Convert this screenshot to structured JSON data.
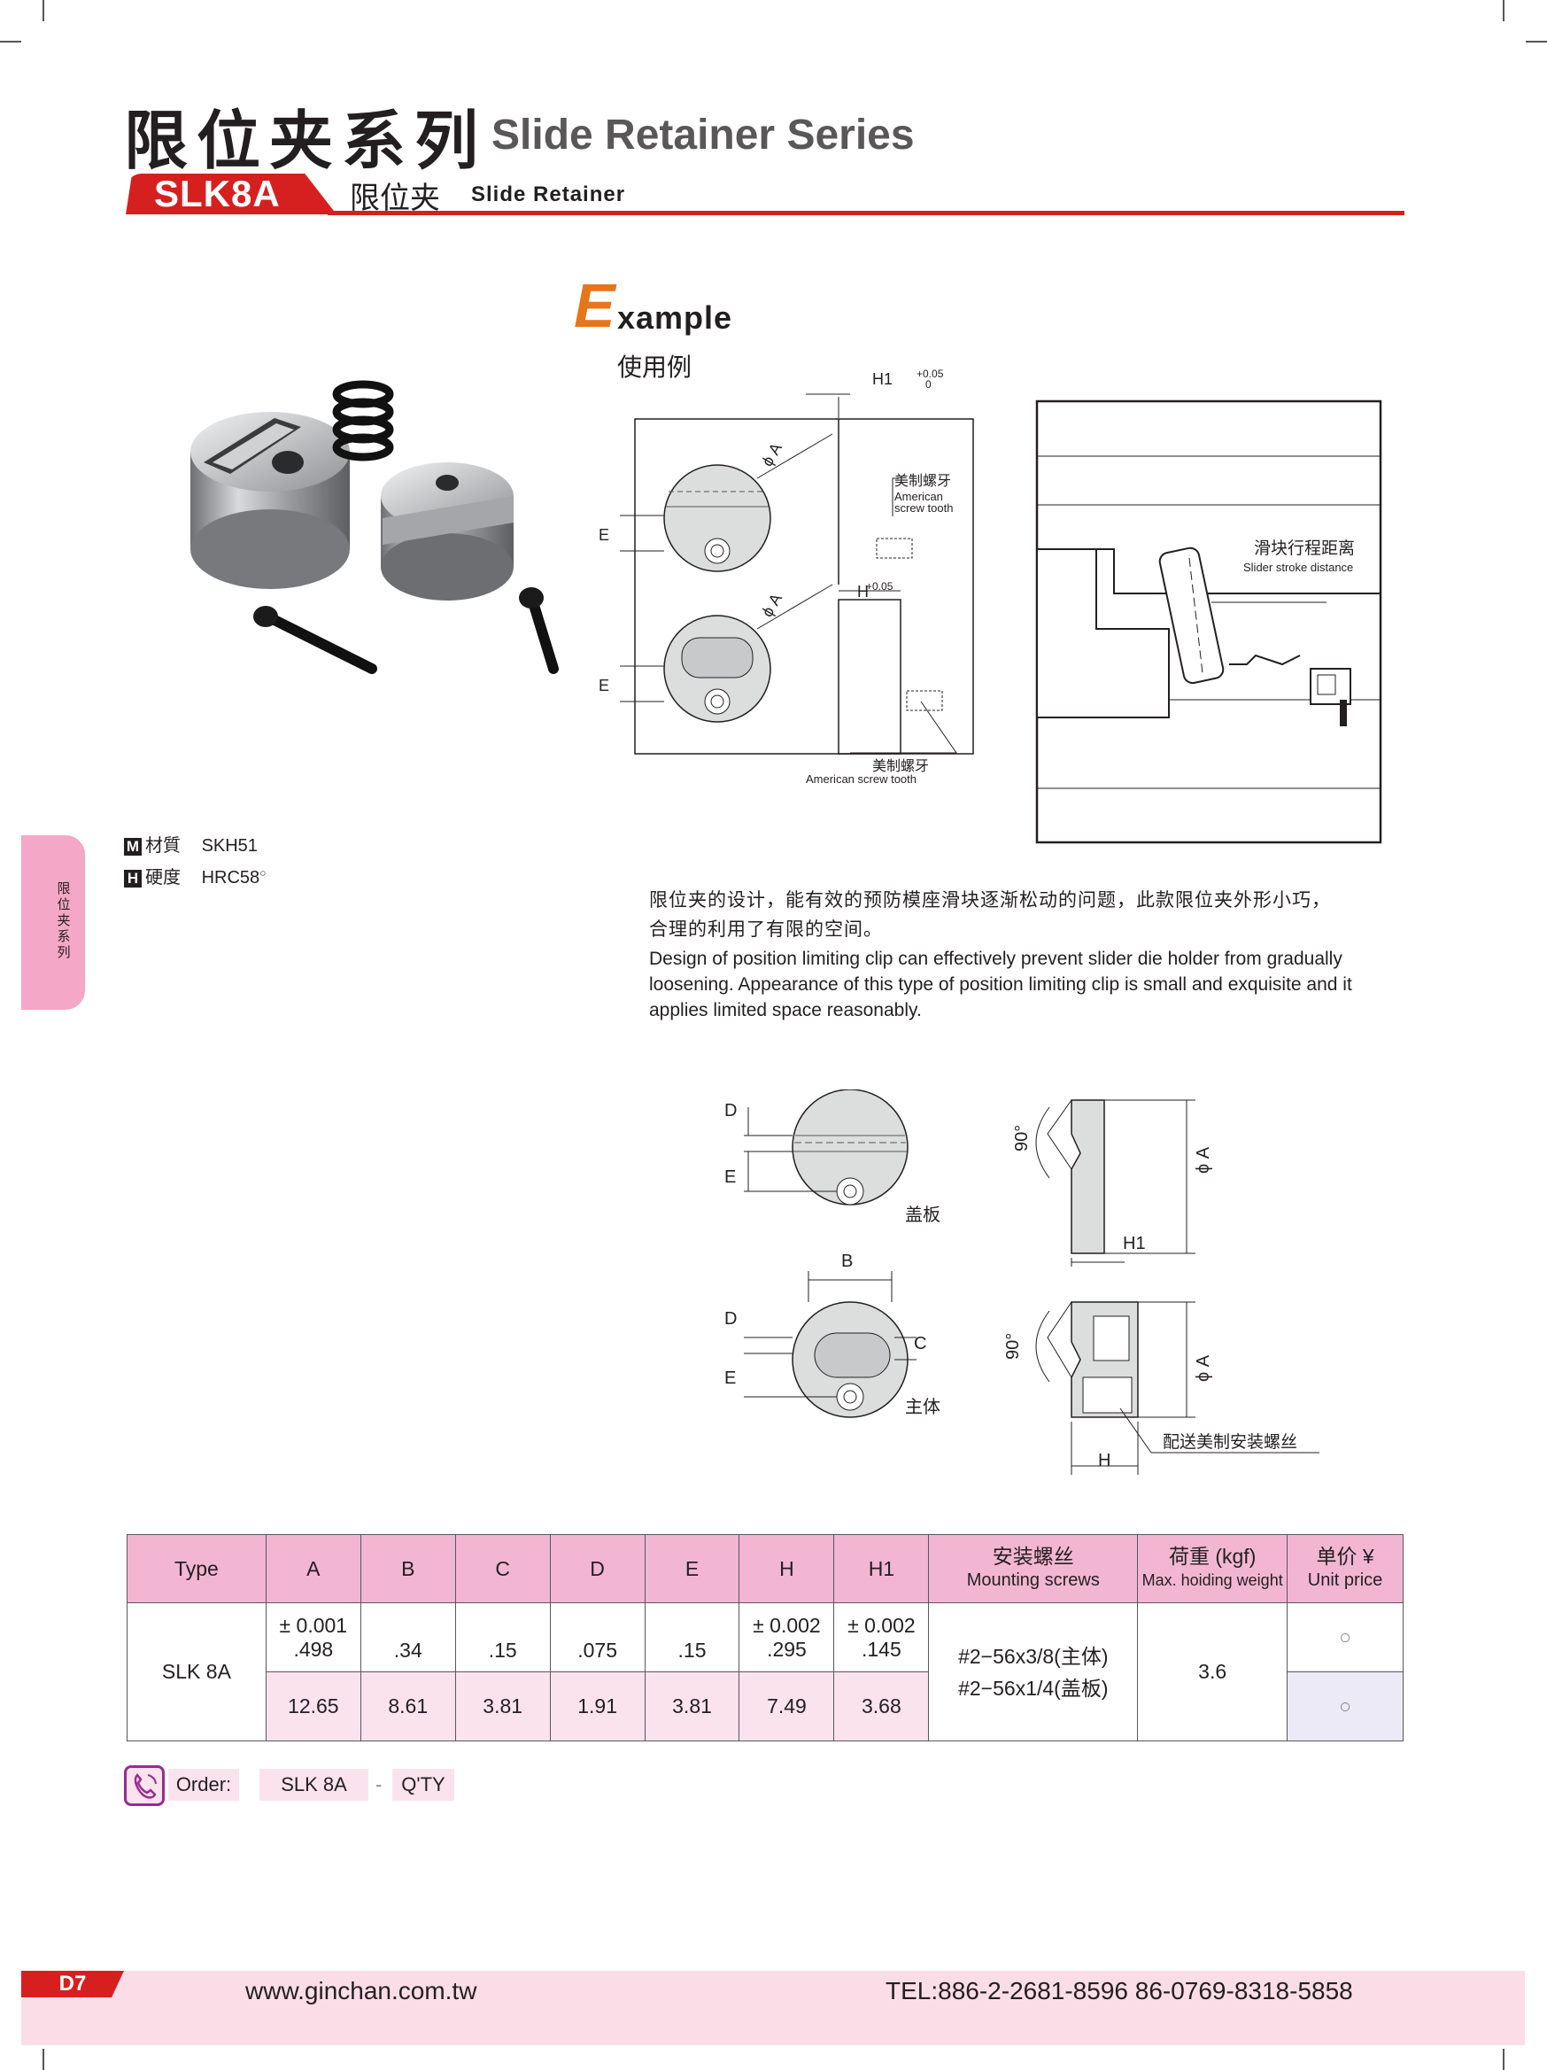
{
  "header": {
    "title_cn": "限位夹系列",
    "title_en": "Slide Retainer Series",
    "model": "SLK8A",
    "subtitle_cn": "限位夹",
    "subtitle_en": "Slide Retainer"
  },
  "sidetab": {
    "text": "限位夹系列"
  },
  "example": {
    "big_letter": "E",
    "rest": "xample",
    "cn": "使用例",
    "labels": {
      "h1": "H1",
      "h": "H",
      "tol_plus": "+0.05",
      "tol_zero": "0",
      "phi_a": "ϕ A",
      "e": "E",
      "screw_cn": "美制螺牙",
      "screw_en1": "American",
      "screw_en2": "screw tooth",
      "screw2_cn": "美制螺牙",
      "screw2_en": "American screw tooth",
      "stroke_cn": "滑块行程距离",
      "stroke_en": "Slider stroke distance"
    }
  },
  "material": {
    "m_letter": "M",
    "m_label": "材質",
    "m_value": "SKH51",
    "h_letter": "H",
    "h_label": "硬度",
    "h_value": "HRC58",
    "h_degree": "○"
  },
  "description": {
    "cn_line1": "限位夹的设计，能有效的预防模座滑块逐渐松动的问题，此款限位夹外形小巧，",
    "cn_line2": "合理的利用了有限的空间。",
    "en": "Design of position limiting clip can effectively prevent slider die holder from gradually loosening. Appearance of this type of position limiting clip is small and exquisite and it applies limited space reasonably."
  },
  "drawing": {
    "d": "D",
    "e": "E",
    "b": "B",
    "c": "C",
    "h": "H",
    "h1": "H1",
    "phi_a": "ϕ A",
    "angle": "90°",
    "cover_plate": "盖板",
    "main_body": "主体",
    "screws_note": "配送美制安装螺丝"
  },
  "table": {
    "headers": {
      "type": "Type",
      "a": "A",
      "b": "B",
      "c": "C",
      "d": "D",
      "e": "E",
      "h": "H",
      "h1": "H1",
      "screws_cn": "安装螺丝",
      "screws_en": "Mounting screws",
      "load_cn": "荷重 (kgf)",
      "load_en": "Max. hoiding weight",
      "price_cn": "单价 ¥",
      "price_en": "Unit price"
    },
    "row": {
      "type": "SLK 8A",
      "a_tol": "± 0.001",
      "a_in": ".498",
      "b_in": ".34",
      "c_in": ".15",
      "d_in": ".075",
      "e_in": ".15",
      "h_tol": "± 0.002",
      "h_in": ".295",
      "h1_tol": "± 0.002",
      "h1_in": ".145",
      "a_mm": "12.65",
      "b_mm": "8.61",
      "c_mm": "3.81",
      "d_mm": "1.91",
      "e_mm": "3.81",
      "h_mm": "7.49",
      "h1_mm": "3.68",
      "screw1": "#2−56x3/8(主体)",
      "screw2": "#2−56x1/4(盖板)",
      "load": "3.6",
      "price1": "○",
      "price2": "○"
    }
  },
  "order": {
    "label": "Order:",
    "model": "SLK 8A",
    "dash": "-",
    "qty": "Q'TY"
  },
  "footer": {
    "page": "D7",
    "website": "www.ginchan.com.tw",
    "tel": "TEL:886-2-2681-8596    86-0769-8318-5858"
  },
  "colors": {
    "brand_red": "#d6201f",
    "pink_header": "#f3b6d2",
    "light_pink": "#fbe3ee",
    "orange": "#e8751a"
  }
}
